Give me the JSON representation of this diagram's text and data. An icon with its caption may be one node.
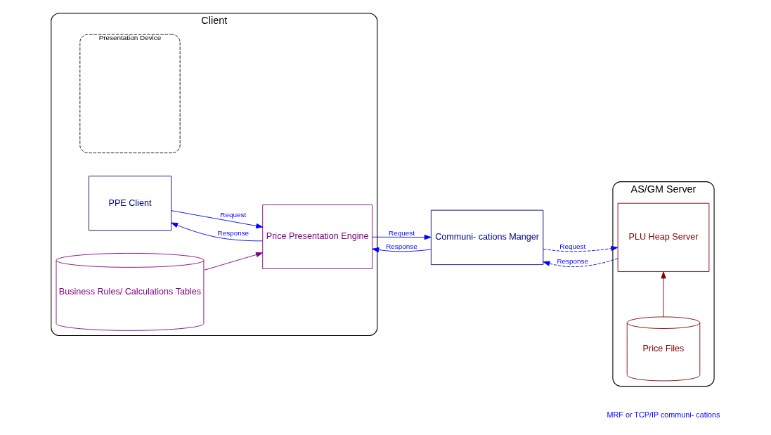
{
  "diagram": {
    "nodes": [
      {
        "text": [
          "Client"
        ]
      },
      {
        "text": [
          "Presentation Device"
        ],
        "in": 0
      },
      {
        "text": [
          "PPE Client"
        ],
        "in": 0
      },
      {
        "text": [
          "Price Presentation Engine"
        ],
        "in": 0
      },
      {
        "text": [
          "Communi- cations Manger"
        ]
      },
      {
        "text": [
          "Business Rules/ Calculations Tables"
        ],
        "in": 0
      },
      {
        "text": [
          "AS/GM Server"
        ]
      },
      {
        "text": [
          "PLU Heap Server"
        ],
        "in": 6
      },
      {
        "text": [
          "Price Files"
        ],
        "in": 6
      }
    ],
    "edges": [
      {
        "from": 2,
        "to": 3,
        "arrow": "to",
        "label": "Request"
      },
      {
        "from": 3,
        "to": 2,
        "arrow": "to",
        "label": "Response"
      },
      {
        "from": 3,
        "to": 4,
        "arrow": "to",
        "label": "Request"
      },
      {
        "from": 4,
        "to": 3,
        "arrow": "to",
        "label": "Response"
      },
      {
        "from": 4,
        "to": 7,
        "arrow": "to",
        "label": "Request",
        "style": "dashed"
      },
      {
        "from": 7,
        "to": 4,
        "arrow": "to",
        "label": "Response",
        "style": "dashed"
      },
      {
        "from": 5,
        "to": 3,
        "arrow": "to",
        "color": "#800080"
      },
      {
        "from": 8,
        "to": 7,
        "arrow": "to",
        "color": "#800000"
      }
    ],
    "labels": [
      "MRF or TCP/IP communi- cations"
    ]
  }
}
